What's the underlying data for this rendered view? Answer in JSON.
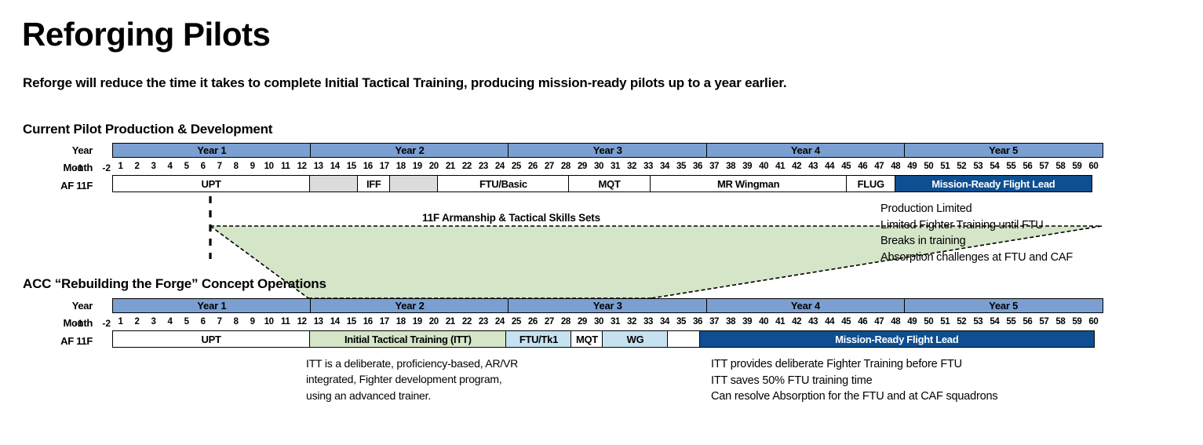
{
  "title": "Reforging Pilots",
  "subtitle": "Reforge will reduce the time it takes to complete Initial Tactical Training, producing mission-ready pilots up to a year earlier.",
  "colors": {
    "year_band": "#7b9fd1",
    "dark_blue": "#0d4f91",
    "light_blue": "#c6e2f0",
    "green": "#d5e5c8",
    "gray": "#dcdcdc"
  },
  "row_labels": {
    "year": "Year",
    "month": "Month",
    "af": "AF 11F"
  },
  "pre_months": [
    "-1",
    "-2"
  ],
  "years": [
    "Year 1",
    "Year 2",
    "Year 3",
    "Year 4",
    "Year 5"
  ],
  "months": [
    "1",
    "2",
    "3",
    "4",
    "5",
    "6",
    "7",
    "8",
    "9",
    "10",
    "11",
    "12",
    "13",
    "14",
    "15",
    "16",
    "17",
    "18",
    "19",
    "20",
    "21",
    "22",
    "23",
    "24",
    "25",
    "26",
    "27",
    "28",
    "29",
    "30",
    "31",
    "32",
    "33",
    "34",
    "35",
    "36",
    "37",
    "38",
    "39",
    "40",
    "41",
    "42",
    "43",
    "44",
    "45",
    "46",
    "47",
    "48",
    "49",
    "50",
    "51",
    "52",
    "53",
    "54",
    "55",
    "56",
    "57",
    "58",
    "59",
    "60"
  ],
  "sections": {
    "current": {
      "heading": "Current Pilot Production & Development",
      "segments": [
        {
          "label": "UPT",
          "months": 12,
          "color": "c-white"
        },
        {
          "label": "",
          "months": 3,
          "color": "c-gray"
        },
        {
          "label": "IFF",
          "months": 2,
          "color": "c-white"
        },
        {
          "label": "",
          "months": 3,
          "color": "c-gray"
        },
        {
          "label": "FTU/Basic",
          "months": 8,
          "color": "c-white"
        },
        {
          "label": "MQT",
          "months": 5,
          "color": "c-white"
        },
        {
          "label": "MR Wingman",
          "months": 12,
          "color": "c-white"
        },
        {
          "label": "FLUG",
          "months": 3,
          "color": "c-white"
        },
        {
          "label": "Mission-Ready Flight Lead",
          "months": 12,
          "color": "c-darkblue"
        }
      ],
      "notes": [
        "Production Limited",
        "Limited Fighter Training until FTU",
        "Breaks in training",
        "Absorption challenges at FTU and CAF"
      ]
    },
    "concept": {
      "heading": "ACC “Rebuilding the Forge” Concept Operations",
      "segments": [
        {
          "label": "UPT",
          "months": 12,
          "color": "c-white"
        },
        {
          "label": "Initial Tactical Training (ITT)",
          "months": 12,
          "color": "c-green"
        },
        {
          "label": "FTU/Tk1",
          "months": 4,
          "color": "c-lightblue"
        },
        {
          "label": "MQT",
          "months": 2,
          "color": "c-white"
        },
        {
          "label": "WG",
          "months": 4,
          "color": "c-lightblue"
        },
        {
          "label": "",
          "months": 2,
          "color": "c-white"
        },
        {
          "label": "Mission-Ready Flight Lead",
          "months": 24,
          "color": "c-darkblue"
        }
      ],
      "itt_note": "ITT is a deliberate, proficiency-based, AR/VR integrated, Fighter development program, using an advanced trainer.",
      "notes": [
        "ITT provides deliberate Fighter Training before FTU",
        "ITT saves 50% FTU training time",
        "Can resolve Absorption for the FTU and at CAF squadrons"
      ]
    }
  },
  "funnel": {
    "label": "11F Armanship & Tactical Skills Sets"
  }
}
